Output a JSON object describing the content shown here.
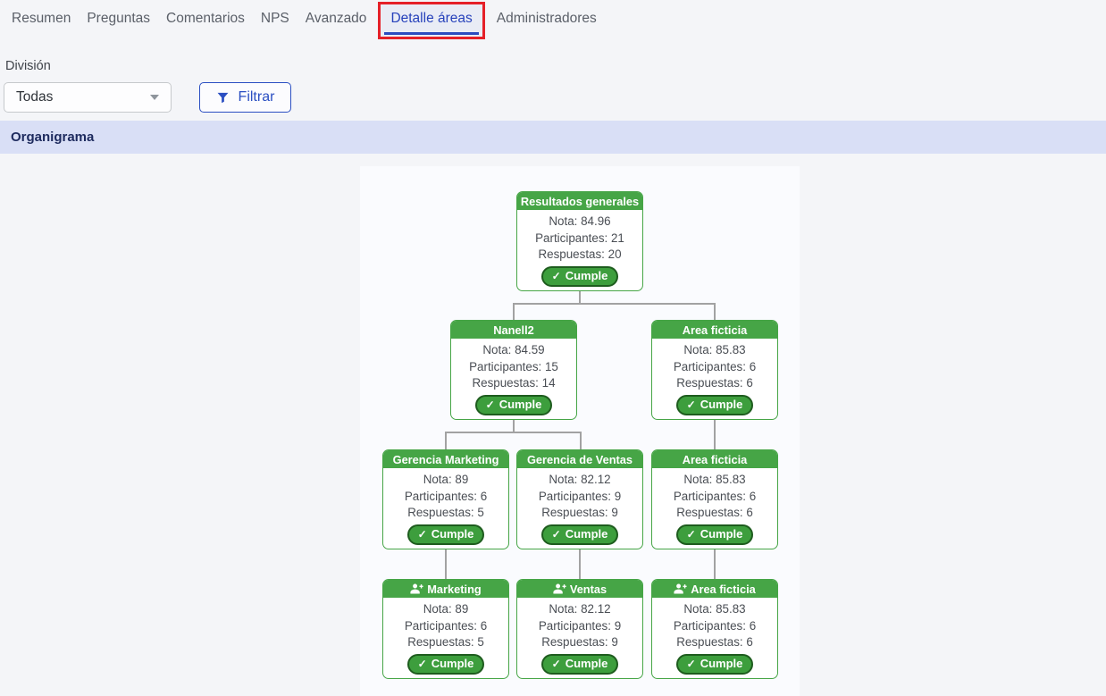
{
  "tabs": {
    "items": [
      {
        "label": "Resumen"
      },
      {
        "label": "Preguntas"
      },
      {
        "label": "Comentarios"
      },
      {
        "label": "NPS"
      },
      {
        "label": "Avanzado"
      },
      {
        "label": "Detalle áreas"
      },
      {
        "label": "Administradores"
      }
    ],
    "active": "Detalle áreas"
  },
  "annotation": {
    "type": "red-highlight-box",
    "highlighted_tab": "Detalle áreas",
    "color": "#e52028"
  },
  "filter": {
    "division_label": "División",
    "division_value": "Todas",
    "filter_button": "Filtrar"
  },
  "section": {
    "title": "Organigrama"
  },
  "orgchart": {
    "nodes": [
      {
        "title": "Resultados generales",
        "lines": [
          "Nota: 84.96",
          "Participantes: 21",
          "Respuestas: 20"
        ],
        "badge": "Cumple"
      },
      {
        "title": "Nanell2",
        "lines": [
          "Nota: 84.59",
          "Participantes: 15",
          "Respuestas: 14"
        ],
        "badge": "Cumple"
      },
      {
        "title": "Area ficticia",
        "lines": [
          "Nota: 85.83",
          "Participantes: 6",
          "Respuestas: 6"
        ],
        "badge": "Cumple"
      },
      {
        "title": "Gerencia Marketing",
        "lines": [
          "Nota: 89",
          "Participantes: 6",
          "Respuestas: 5"
        ],
        "badge": "Cumple"
      },
      {
        "title": "Gerencia de Ventas",
        "lines": [
          "Nota: 82.12",
          "Participantes: 9",
          "Respuestas: 9"
        ],
        "badge": "Cumple"
      },
      {
        "title": "Area ficticia",
        "lines": [
          "Nota: 85.83",
          "Participantes: 6",
          "Respuestas: 6"
        ],
        "badge": "Cumple"
      },
      {
        "title": "Marketing",
        "icon": "user-add-icon",
        "lines": [
          "Nota: 89",
          "Participantes: 6",
          "Respuestas: 5"
        ],
        "badge": "Cumple"
      },
      {
        "title": "Ventas",
        "icon": "user-add-icon",
        "lines": [
          "Nota: 82.12",
          "Participantes: 9",
          "Respuestas: 9"
        ],
        "badge": "Cumple"
      },
      {
        "title": "Area ficticia",
        "icon": "user-add-icon",
        "lines": [
          "Nota: 85.83",
          "Participantes: 6",
          "Respuestas: 6"
        ],
        "badge": "Cumple"
      }
    ]
  },
  "icons": {
    "check": "✓"
  },
  "colors": {
    "page_background": "#f4f5f8",
    "accent_blue": "#2b4fc2",
    "active_tab_background": "#e9ecf5",
    "annotation_red": "#e52028",
    "section_header_background": "#d9dff6",
    "section_header_text": "#1d2a5e",
    "node_green": "#46a546",
    "badge_green": "#3d9e3d",
    "badge_border": "#1e5c1e",
    "connector_gray": "#a2a2a2"
  }
}
